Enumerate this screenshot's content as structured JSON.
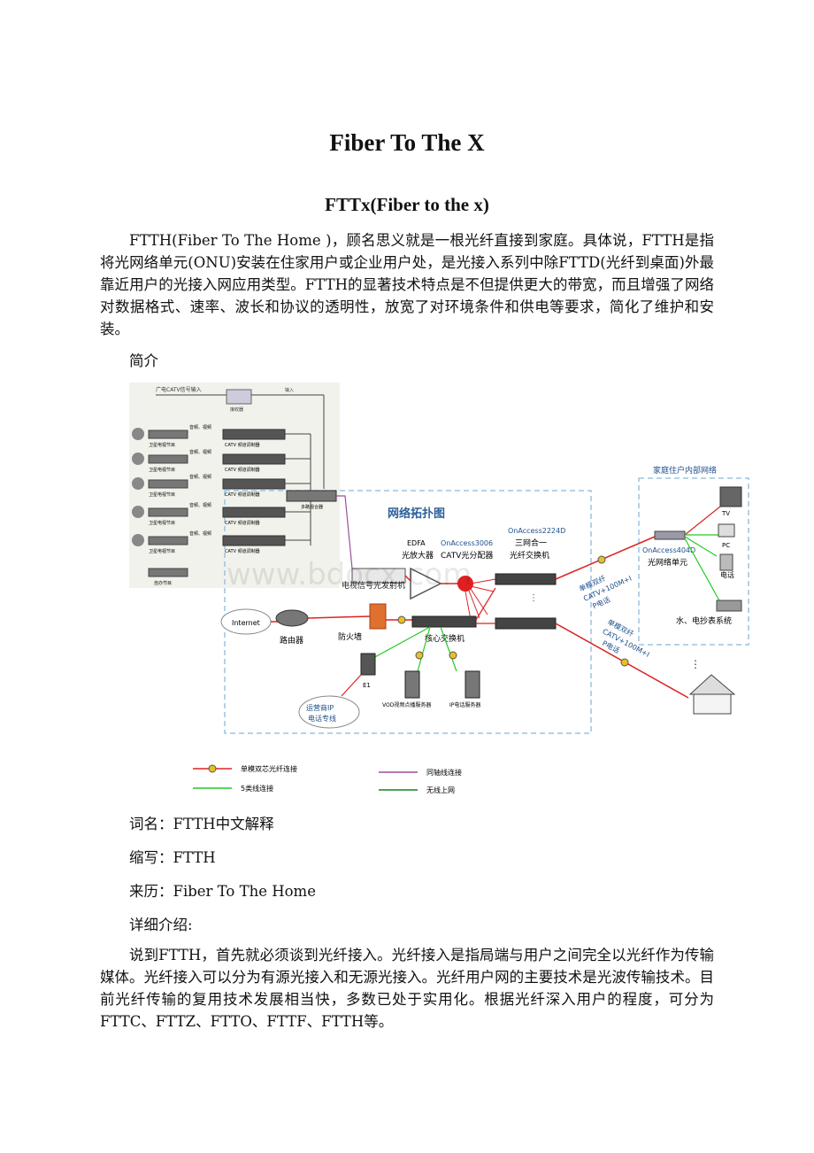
{
  "document": {
    "title": "Fiber To The X",
    "subtitle": "FTTx(Fiber to the x)",
    "intro": "FTTH(Fiber To The Home )，顾名思义就是一根光纤直接到家庭。具体说，FTTH是指将光网络单元(ONU)安装在住家用户或企业用户处，是光接入系列中除FTTD(光纤到桌面)外最靠近用户的光接入网应用类型。FTTH的显著技术特点是不但提供更大的带宽，而且增强了网络对数据格式、速率、波长和协议的透明性，放宽了对环境条件和供电等要求，简化了维护和安装。",
    "section_label": "简介",
    "term": "词名：FTTH中文解释",
    "abbr": "缩写：FTTH",
    "origin": "来历：Fiber To The Home",
    "detail_label": "详细介绍:",
    "detail": "说到FTTH，首先就必须谈到光纤接入。光纤接入是指局端与用户之间完全以光纤作为传输媒体。光纤接入可以分为有源光接入和无源光接入。光纤用户网的主要技术是光波传输技术。目前光纤传输的复用技术发展相当快，多数已处于实用化。根据光纤深入用户的程度，可分为FTTC、FTTZ、FTTO、FTTF、FTTH等。"
  },
  "diagram": {
    "headend_input": "广电CATV信号输入",
    "receiver": "接收器",
    "av_label": "音频、视频",
    "input_label": "输入",
    "sat_label": "卫星电视节目",
    "modulator": "CATV 频道调制器",
    "combiner": "多路混合器",
    "self_program": "自办节目",
    "topology_title": "网络拓扑图",
    "edfa": "EDFA",
    "edfa_cn": "光放大器",
    "splitter_model": "OnAccess3006",
    "splitter_cn": "CATV光分配器",
    "switch_model": "OnAccess2224D",
    "switch_cn1": "三网合一",
    "switch_cn2": "光纤交换机",
    "transmitter": "电视信号光发射机",
    "home_title": "家庭住户内部网络",
    "onu_model": "OnAccess404D",
    "onu_cn": "光网络单元",
    "tv": "TV",
    "pc": "PC",
    "phone": "电话",
    "meter": "水、电抄表系统",
    "link1": "单模双纤",
    "link2": "CATV+100M+I",
    "link3": "P电话",
    "internet": "Internet",
    "router": "路由器",
    "firewall": "防火墙",
    "core_switch": "核心交换机",
    "e1": "E1",
    "carrier1": "运营商IP",
    "carrier2": "电话专线",
    "vod": "VOD视频点播服务器",
    "ip_server": "IP电话服务器",
    "legend_fiber": "单模双芯光纤连接",
    "legend_cat5": "5类线连接",
    "legend_coax": "同轴线连接",
    "legend_wireless": "无线上网",
    "watermark": "www.bdocx.com"
  }
}
